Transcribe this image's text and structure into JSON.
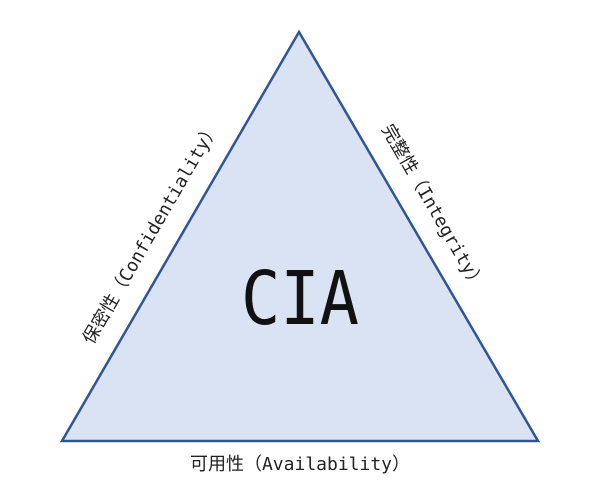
{
  "diagram": {
    "center_label": "CIA",
    "left_label": "保密性（Confidentiality）",
    "right_label": "完整性（Integrity）",
    "bottom_label": "可用性（Availability）"
  },
  "colors": {
    "triangle_fill": "#dae3f3",
    "triangle_stroke": "#2f5597",
    "text": "#222222"
  }
}
